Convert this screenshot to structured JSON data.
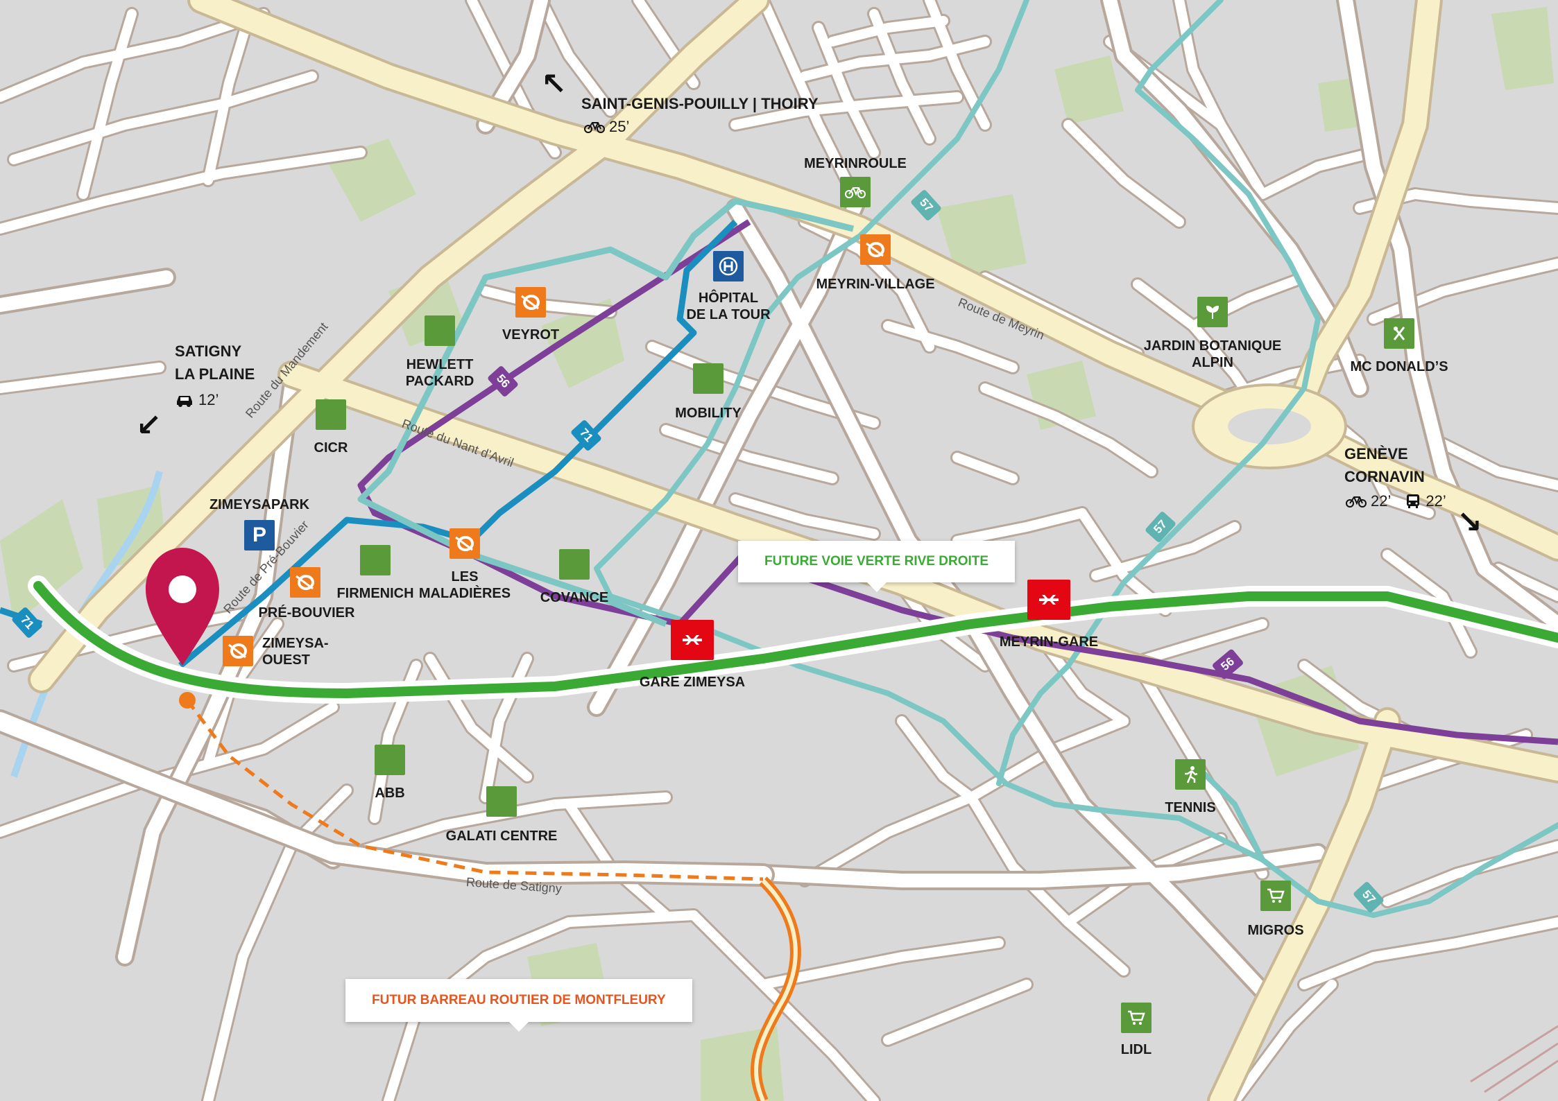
{
  "directions": {
    "north": {
      "title": "SAINT-GENIS-POUILLY | THOIRY",
      "bike_time": "25’"
    },
    "west": {
      "title_line1": "SATIGNY",
      "title_line2": "LA PLAINE",
      "car_time": "12’"
    },
    "east": {
      "title_line1": "GENÈVE",
      "title_line2": "CORNAVIN",
      "bike_time": "22’",
      "bus_time": "22’"
    }
  },
  "roads": {
    "mandement": "Route du Mandement",
    "nant_avril": "Route du Nant d’Avril",
    "meyrin": "Route de Meyrin",
    "pre_bouvier": "Route de Pré-Bouvier",
    "satigny": "Route de Satigny"
  },
  "lines": {
    "l56": "56",
    "l71": "71",
    "l57": "57"
  },
  "stops": {
    "veyrot": "VEYROT",
    "maladieres_1": "LES",
    "maladieres_2": "MALADIÈRES",
    "pre_bouvier": "PRÉ-BOUVIER",
    "zimeysa_ouest_1": "ZIMEYSA-",
    "zimeysa_ouest_2": "OUEST",
    "meyrin_village": "MEYRIN-VILLAGE"
  },
  "stations": {
    "zimeysa": "GARE ZIMEYSA",
    "meyrin": "MEYRIN-GARE"
  },
  "poi": {
    "hewlett_1": "HEWLETT",
    "hewlett_2": "PACKARD",
    "cicr": "CICR",
    "firmenich": "FIRMENICH",
    "covance": "COVANCE",
    "mobility": "MOBILITY",
    "hopital_1": "HÔPITAL",
    "hopital_2": "DE LA TOUR",
    "meyrinroule": "MEYRINROULE",
    "jardin_1": "JARDIN BOTANIQUE",
    "jardin_2": "ALPIN",
    "mcdonalds": "MC DONALD’S",
    "zimeysapark": "ZIMEYSAPARK",
    "abb": "ABB",
    "galati": "GALATI CENTRE",
    "tennis": "TENNIS",
    "migros": "MIGROS",
    "lidl": "LIDL"
  },
  "callouts": {
    "voie_verte": "FUTURE VOIE VERTE RIVE DROITE",
    "barreau": "FUTUR BARREAU ROUTIER DE MONTFLEURY"
  },
  "colors": {
    "background": "#d9d9d9",
    "road": "#ffffff",
    "main_road": "#f8f0c8",
    "voie_verte": "#3aaa35",
    "line_56": "#7d3f98",
    "line_71": "#1a8fbf",
    "line_57": "#7cc7c4",
    "tram": "#7cc7c4",
    "barreau": "#ee7a1b",
    "station_red": "#e30613",
    "poi_green": "#5a9a3a",
    "stop_orange": "#ee7a1b",
    "marker": "#c3164f",
    "parking": "#1d5a9e",
    "callout_green_text": "#3aaa35",
    "callout_orange_text": "#e8541e"
  },
  "icons": {
    "bike": "bike-icon",
    "car": "car-icon",
    "bus": "bus-icon",
    "stop": "bus-stop-icon",
    "train": "train-icon",
    "hospital": "hospital-icon",
    "parking": "parking-icon",
    "plant": "plant-icon",
    "restaurant": "restaurant-icon",
    "tennis": "sport-icon",
    "shopping": "shopping-cart-icon",
    "location": "location-marker-icon"
  }
}
